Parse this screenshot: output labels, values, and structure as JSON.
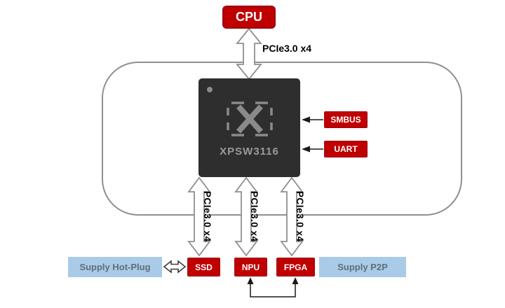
{
  "colors": {
    "red": "#c00000",
    "red_border": "#9a0b13",
    "blue": "#a9cbe8",
    "blue_text": "#5e6e7c",
    "chip_bg": "#2e2e2e",
    "chip_text": "#9a9a9a",
    "outline": "#8f8f8f"
  },
  "cpu": {
    "label": "CPU"
  },
  "uplink": {
    "label": "PCIe3.0 x4"
  },
  "chip": {
    "label": "XPSW3116"
  },
  "mgmt_ports": [
    {
      "label": "SMBUS"
    },
    {
      "label": "UART"
    }
  ],
  "downstream": [
    {
      "link": "PCIe3.0 x4",
      "device": "SSD"
    },
    {
      "link": "PCIe3.0 x4",
      "device": "NPU"
    },
    {
      "link": "PCIe3.0 x4",
      "device": "FPGA"
    }
  ],
  "supplies": {
    "hot_plug": "Supply Hot-Plug",
    "p2p": "Supply P2P"
  }
}
